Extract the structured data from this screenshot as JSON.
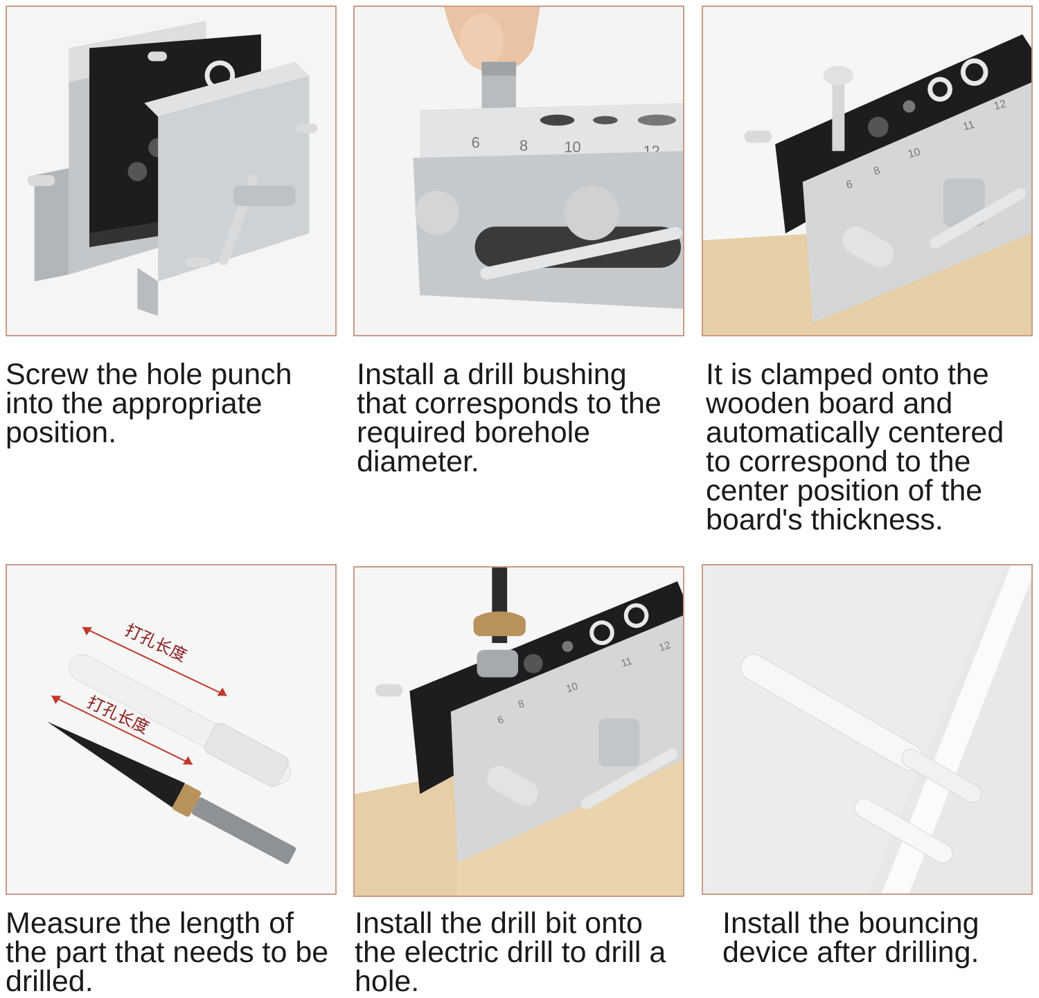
{
  "steps": [
    {
      "caption": "Screw the hole punch into the appropriate position."
    },
    {
      "caption": "Install a drill bushing that corresponds to the required borehole diameter.",
      "scale_labels": [
        "6",
        "8",
        "10",
        "12"
      ]
    },
    {
      "caption": "It is clamped onto the wooden board and automatically centered to correspond to the center position of the board's thickness.",
      "scale_labels": [
        "6",
        "8",
        "10",
        "11",
        "12"
      ]
    },
    {
      "caption": "Measure the length of the part that needs to be drilled.",
      "annotation": "打孔长度"
    },
    {
      "caption": "Install the drill bit onto the electric drill to drill a hole.",
      "scale_labels": [
        "6",
        "8",
        "10",
        "11",
        "12"
      ]
    },
    {
      "caption": "Install the bouncing device after drilling."
    }
  ],
  "colors": {
    "frame": "#c89a86",
    "aluminum": "#c9cbcd",
    "black_block": "#1d1d1f",
    "wood": "#e6cfa6",
    "annotation_red": "#c0392b",
    "brass": "#b8925a"
  }
}
